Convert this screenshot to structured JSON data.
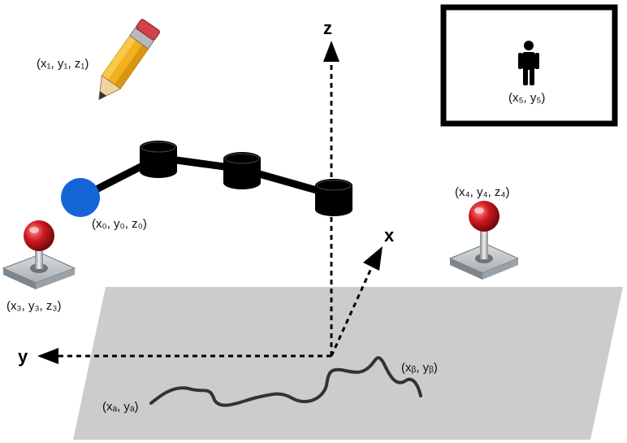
{
  "axes": {
    "z": "z",
    "x": "x",
    "y": "y"
  },
  "labels": {
    "pencil": "(x₁, y₁, z₁)",
    "arm_base": "(x₀, y₀, z₀)",
    "joystick_left": "(x₃, y₃, z₃)",
    "joystick_right": "(x₄, y₄, z₄)",
    "screen_person": "(x₅, y₅)",
    "path_start": "(xₐ, yₐ)",
    "path_end": "(xᵦ, yᵦ)"
  },
  "colors": {
    "arm_base": "#1565d8",
    "arm_joints": "#000000",
    "plane": "#cccccc",
    "joystick_ball": "#c0141a",
    "pencil_body": "#f2b01e"
  },
  "icons": {
    "pencil": "pencil-icon",
    "joystick_left": "joystick-icon",
    "joystick_right": "joystick-icon",
    "person": "person-icon"
  }
}
